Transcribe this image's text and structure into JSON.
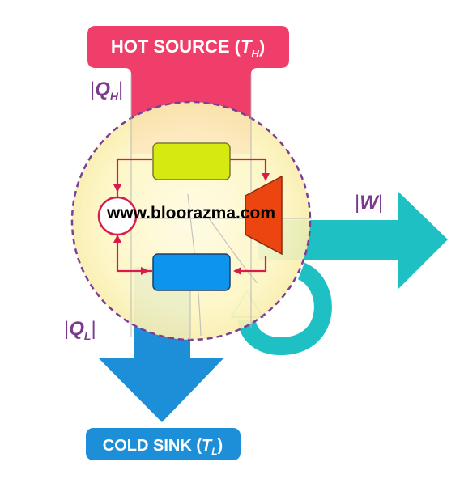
{
  "hot_source": {
    "text": "HOT SOURCE (",
    "symbol": "T",
    "subscript": "H",
    "close": ")"
  },
  "cold_sink": {
    "text": "COLD SINK (",
    "symbol": "T",
    "subscript": "L",
    "close": ")"
  },
  "heat_in": {
    "bar_left": "|",
    "symbol": "Q",
    "subscript": "H",
    "bar_right": "|"
  },
  "heat_out": {
    "bar_left": "|",
    "symbol": "Q",
    "subscript": "L",
    "bar_right": "|"
  },
  "work_out": {
    "bar_left": "|",
    "symbol": "W",
    "bar_right": "|"
  },
  "watermark": "www.bloorazma.com",
  "colors": {
    "hot": "#f03e6a",
    "cold": "#1c8fd8",
    "work": "#1fc0c4",
    "cycle_line": "#d81b4a",
    "evaporator": "#0d95ee",
    "condenser": "#d6ea12",
    "turbine": "#ec4510",
    "boundary": "#7b3f95",
    "system_fill": "#fdf7c6"
  }
}
